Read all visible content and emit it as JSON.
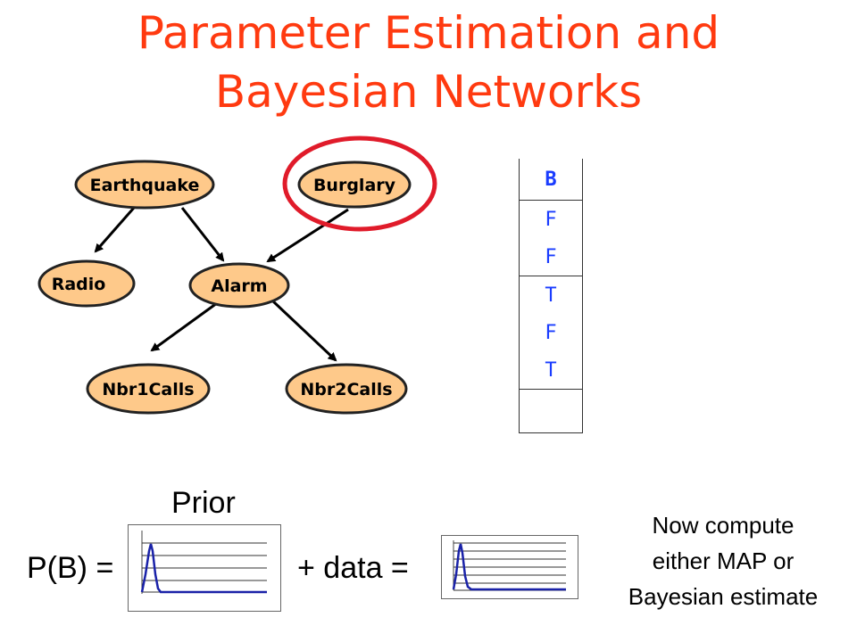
{
  "title": {
    "line1": "Parameter Estimation and",
    "line2": "Bayesian Networks"
  },
  "colors": {
    "title": "#ff3a10",
    "node_fill": "#fec98a",
    "node_stroke": "#222222",
    "highlight": "#e01b2a",
    "table_text": "#1a3cff",
    "curve": "#1a22a8"
  },
  "network": {
    "nodes": {
      "earthquake": "Earthquake",
      "burglary": "Burglary",
      "radio": "Radio",
      "alarm": "Alarm",
      "nbr1calls": "Nbr1Calls",
      "nbr2calls": "Nbr2Calls"
    }
  },
  "table": {
    "header": "B",
    "rows": [
      "F",
      "F",
      "T",
      "F",
      "T",
      ""
    ]
  },
  "prior_label": "Prior",
  "formula": {
    "lhs": "P(B) =",
    "middle": "+ data ="
  },
  "note": {
    "line1": "Now compute",
    "line2": "either MAP or",
    "line3": "Bayesian estimate"
  }
}
